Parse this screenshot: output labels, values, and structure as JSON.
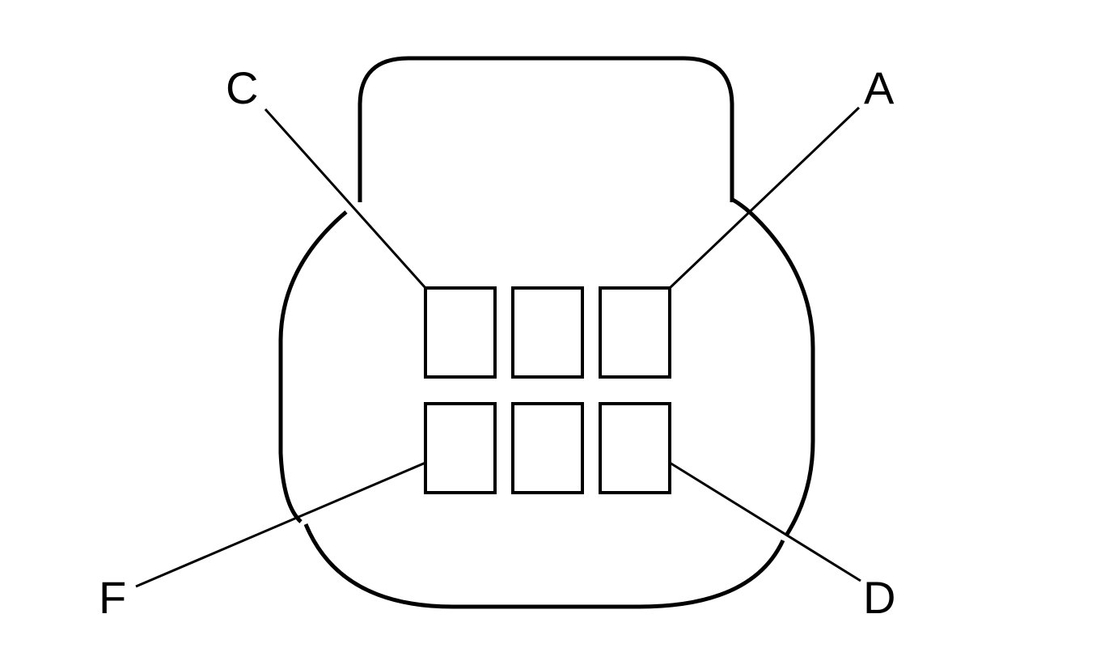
{
  "diagram": {
    "type": "connector-face-view",
    "pins": [
      {
        "id": "A",
        "label": "A"
      },
      {
        "id": "C",
        "label": "C"
      },
      {
        "id": "D",
        "label": "D"
      },
      {
        "id": "F",
        "label": "F"
      }
    ],
    "colors": {
      "stroke": "#000000",
      "background": "#ffffff"
    }
  }
}
